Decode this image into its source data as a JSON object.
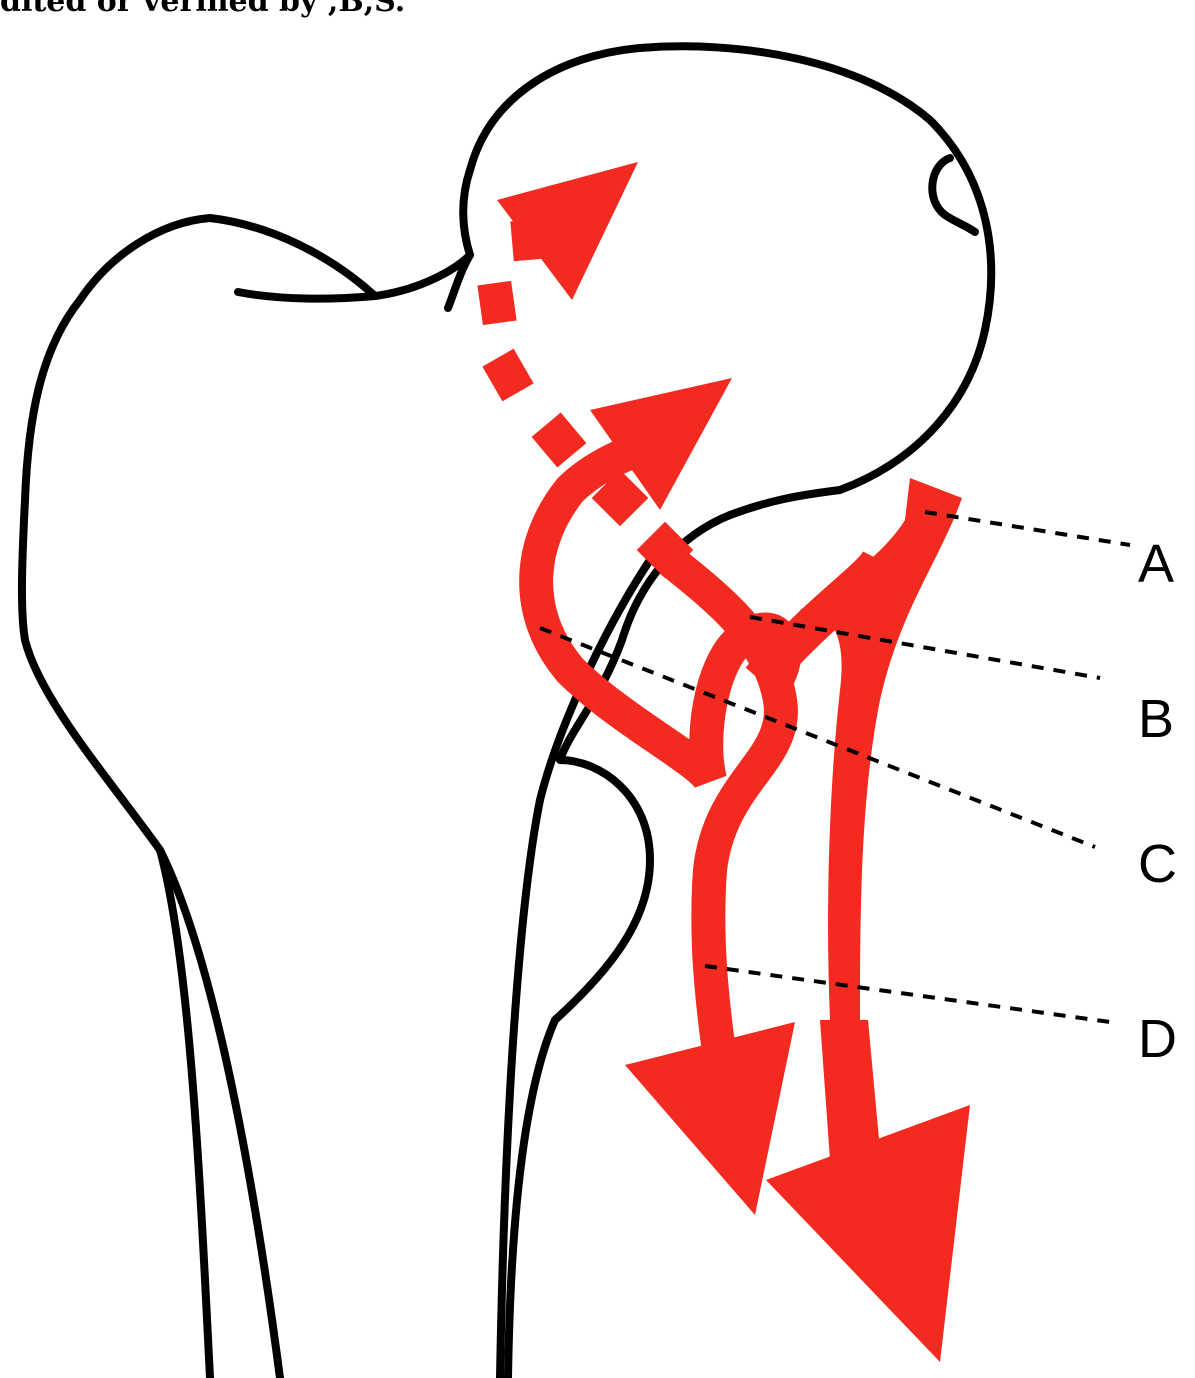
{
  "header": {
    "text": "dited or verified by ,B,S."
  },
  "diagram": {
    "colors": {
      "arrow": "#f22a20",
      "outline": "#000000",
      "background": "#ffffff"
    },
    "labels": [
      {
        "id": "a",
        "text": "A"
      },
      {
        "id": "b",
        "text": "B"
      },
      {
        "id": "c",
        "text": "C"
      },
      {
        "id": "d",
        "text": "D"
      }
    ]
  }
}
